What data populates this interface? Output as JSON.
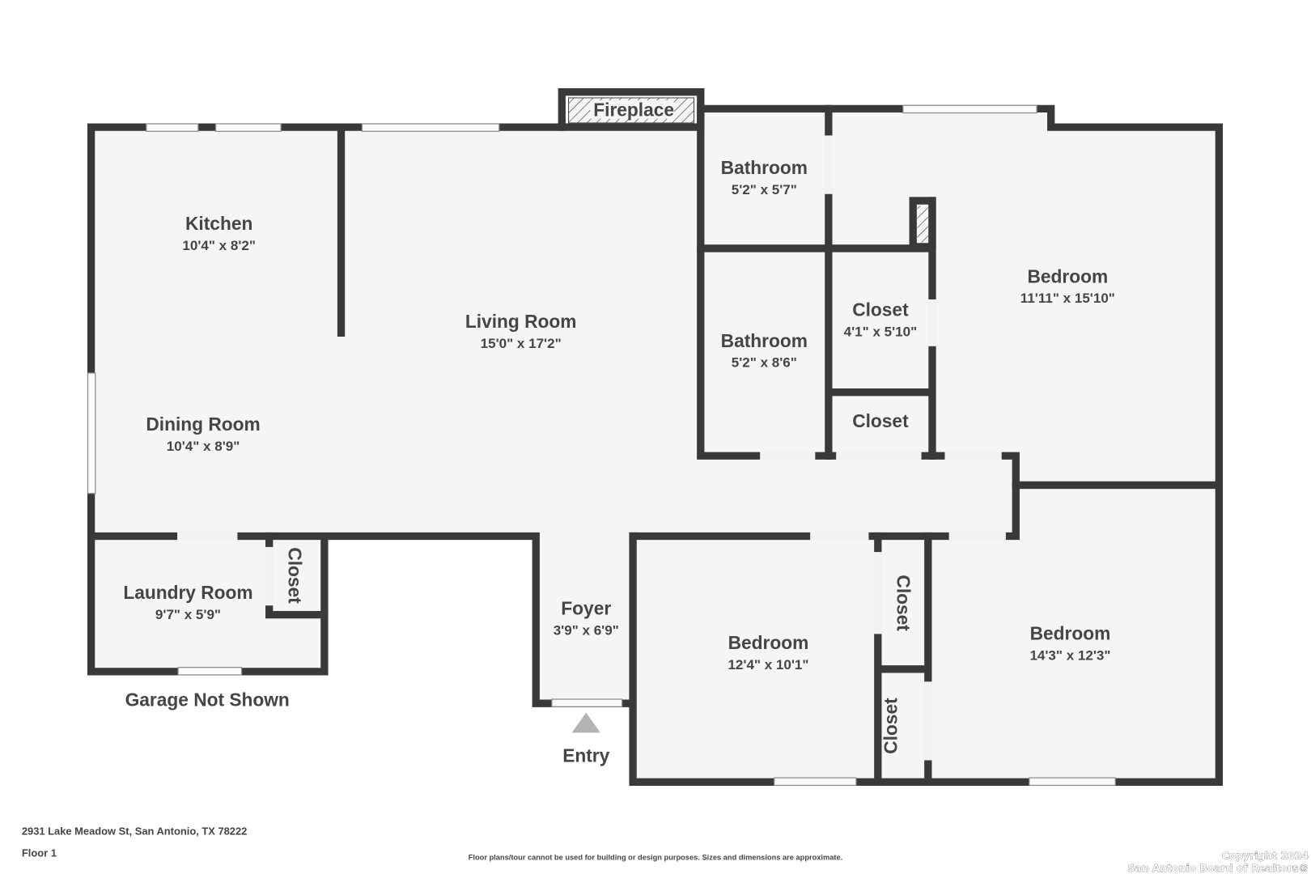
{
  "rooms": {
    "fireplace": {
      "name": "Fireplace"
    },
    "bathroom1": {
      "name": "Bathroom",
      "dims": "5'2\" x 5'7\""
    },
    "bathroom2": {
      "name": "Bathroom",
      "dims": "5'2\" x 8'6\""
    },
    "kitchen": {
      "name": "Kitchen",
      "dims": "10'4\" x 8'2\""
    },
    "living": {
      "name": "Living Room",
      "dims": "15'0\" x 17'2\""
    },
    "dining": {
      "name": "Dining Room",
      "dims": "10'4\" x 8'9\""
    },
    "closet1": {
      "name": "Closet",
      "dims": "4'1\" x 5'10\""
    },
    "closet2": {
      "name": "Closet"
    },
    "bedroom1": {
      "name": "Bedroom",
      "dims": "11'11\" x 15'10\""
    },
    "laundry": {
      "name": "Laundry Room",
      "dims": "9'7\" x 5'9\""
    },
    "laundry_closet": {
      "name": "Closet"
    },
    "foyer": {
      "name": "Foyer",
      "dims": "3'9\" x 6'9\""
    },
    "bedroom2": {
      "name": "Bedroom",
      "dims": "12'4\" x 10'1\""
    },
    "closet3": {
      "name": "Closet"
    },
    "closet4": {
      "name": "Closet"
    },
    "bedroom3": {
      "name": "Bedroom",
      "dims": "14'3\" x 12'3\""
    }
  },
  "labels": {
    "garage": "Garage Not Shown",
    "entry": "Entry"
  },
  "footer": {
    "address": "2931 Lake Meadow St, San Antonio, TX 78222",
    "floor": "Floor 1",
    "disclaimer": "Floor plans/tour cannot be used for building or design purposes. Sizes and dimensions are approximate.",
    "copyright_line1": "Copyright 2024",
    "copyright_line2": "San Antonio Board of Realtors®"
  },
  "colors": {
    "wall": "#393939",
    "floor": "#f5f5f5",
    "text": "#454545"
  }
}
